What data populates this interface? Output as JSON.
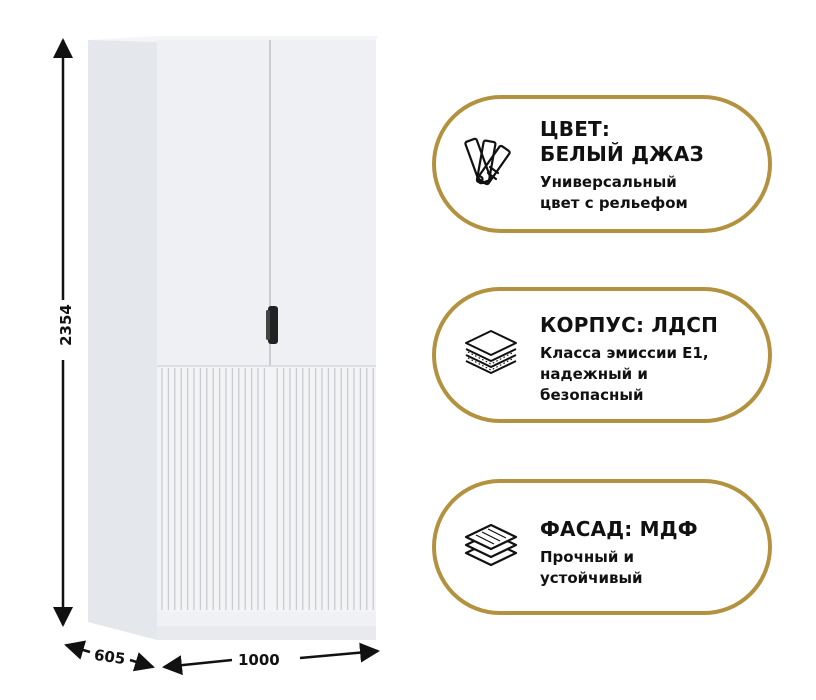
{
  "dimensions": {
    "height": "2354",
    "width": "1000",
    "depth": "605"
  },
  "features": [
    {
      "icon": "color-swatch-icon",
      "title_lines": [
        "ЦВЕТ:",
        "БЕЛЫЙ ДЖАЗ"
      ],
      "desc_lines": [
        "Универсальный",
        "цвет с рельефом"
      ]
    },
    {
      "icon": "layers-board-icon",
      "title_lines": [
        "КОРПУС: ЛДСП"
      ],
      "desc_lines": [
        "Класса эмиссии Е1,",
        "надежный и",
        "безопасный"
      ]
    },
    {
      "icon": "stacked-sheets-icon",
      "title_lines": [
        "ФАСАД: МДФ"
      ],
      "desc_lines": [
        "Прочный и",
        "устойчивый"
      ]
    }
  ],
  "colors": {
    "accent_gold": "#b3923f",
    "text": "#111111",
    "cabinet_white": "#eef0f3"
  }
}
